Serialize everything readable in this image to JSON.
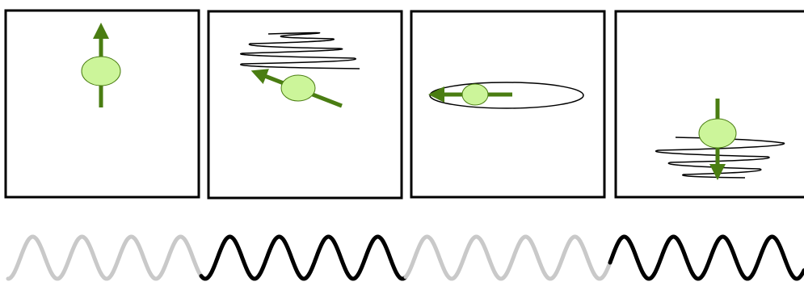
{
  "diagram": {
    "panel_count": 4,
    "panels": [
      {
        "id": 1,
        "spin_direction": "up",
        "precession_orbit": "none"
      },
      {
        "id": 2,
        "spin_direction": "tilted-up-left",
        "precession_orbit": "spiral-above"
      },
      {
        "id": 3,
        "spin_direction": "left",
        "precession_orbit": "flat-ellipse"
      },
      {
        "id": 4,
        "spin_direction": "down",
        "precession_orbit": "spiral-below"
      }
    ],
    "wave_segments": [
      {
        "id": 1,
        "state": "off"
      },
      {
        "id": 2,
        "state": "on"
      },
      {
        "id": 3,
        "state": "off"
      },
      {
        "id": 4,
        "state": "on"
      }
    ]
  },
  "colors": {
    "spin_arrow": "#4a7d12",
    "spin_ball_fill": "#ccf59a",
    "spin_ball_stroke": "#4a7d12",
    "frame": "#000000",
    "orbit": "#000000",
    "wave_on": "#000000",
    "wave_off": "#c9c9c9"
  }
}
